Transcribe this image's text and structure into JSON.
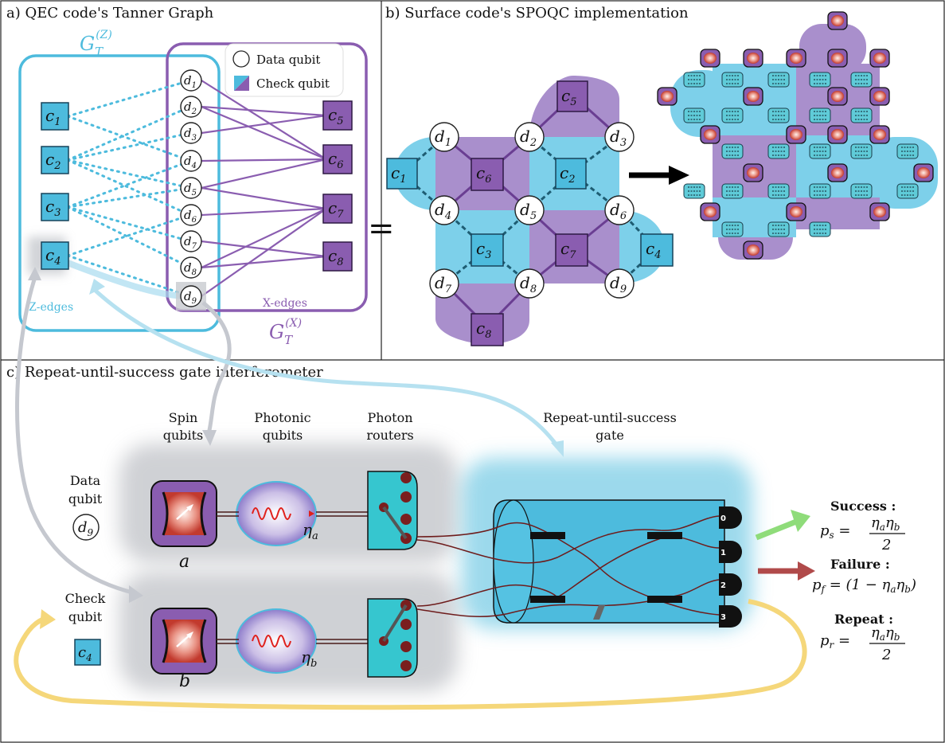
{
  "panels": {
    "a_title": "a) QEC code's Tanner Graph",
    "b_title": "b) Surface code's SPOQC implementation",
    "c_title": "c) Repeat-until-success gate interferometer"
  },
  "tanner": {
    "gz_label": "G",
    "gz_sub": "T",
    "gz_sup": "(Z)",
    "gx_label": "G",
    "gx_sub": "T",
    "gx_sup": "(X)",
    "legend_data": "Data qubit",
    "legend_check": "Check qubit",
    "z_edges": "Z-edges",
    "x_edges": "X-edges",
    "equals": "=",
    "z_checks": [
      {
        "name": "c",
        "sub": "1"
      },
      {
        "name": "c",
        "sub": "2"
      },
      {
        "name": "c",
        "sub": "3"
      },
      {
        "name": "c",
        "sub": "4"
      }
    ],
    "data_qubits": [
      {
        "name": "d",
        "sub": "1"
      },
      {
        "name": "d",
        "sub": "2"
      },
      {
        "name": "d",
        "sub": "3"
      },
      {
        "name": "d",
        "sub": "4"
      },
      {
        "name": "d",
        "sub": "5"
      },
      {
        "name": "d",
        "sub": "6"
      },
      {
        "name": "d",
        "sub": "7"
      },
      {
        "name": "d",
        "sub": "8"
      },
      {
        "name": "d",
        "sub": "9"
      }
    ],
    "x_checks": [
      {
        "name": "c",
        "sub": "5"
      },
      {
        "name": "c",
        "sub": "6"
      },
      {
        "name": "c",
        "sub": "7"
      },
      {
        "name": "c",
        "sub": "8"
      }
    ]
  },
  "surface": {
    "data": [
      "1",
      "2",
      "3",
      "4",
      "5",
      "6",
      "7",
      "8",
      "9"
    ],
    "checks": [
      "1",
      "2",
      "3",
      "4",
      "5",
      "6",
      "7",
      "8"
    ]
  },
  "rus": {
    "col_spin": [
      "Spin",
      "qubits"
    ],
    "col_photonic": [
      "Photonic",
      "qubits"
    ],
    "col_routers": [
      "Photon",
      "routers"
    ],
    "col_gate": [
      "Repeat-until-success",
      "gate"
    ],
    "data_qubit": [
      "Data",
      "qubit"
    ],
    "data_qubit_sym": {
      "name": "d",
      "sub": "9"
    },
    "check_qubit": [
      "Check",
      "qubit"
    ],
    "check_qubit_sym": {
      "name": "c",
      "sub": "4"
    },
    "spin_a": "a",
    "spin_b": "b",
    "eta_a": {
      "name": "η",
      "sub": "a"
    },
    "eta_b": {
      "name": "η",
      "sub": "b"
    },
    "detector_labels": [
      "0",
      "1",
      "2",
      "3"
    ],
    "success_title": "Success :",
    "success_formula": "p_s = η_a η_b / 2",
    "failure_title": "Failure :",
    "failure_formula": "p_f = (1 − η_a η_b)",
    "repeat_title": "Repeat :",
    "repeat_formula": "p_r = η_a η_b / 2",
    "colors": {
      "z": "#4dbbdd",
      "x": "#8a5db0",
      "success": "#8fdc7a",
      "failure": "#b04a4a",
      "repeat": "#f5d77a"
    }
  }
}
